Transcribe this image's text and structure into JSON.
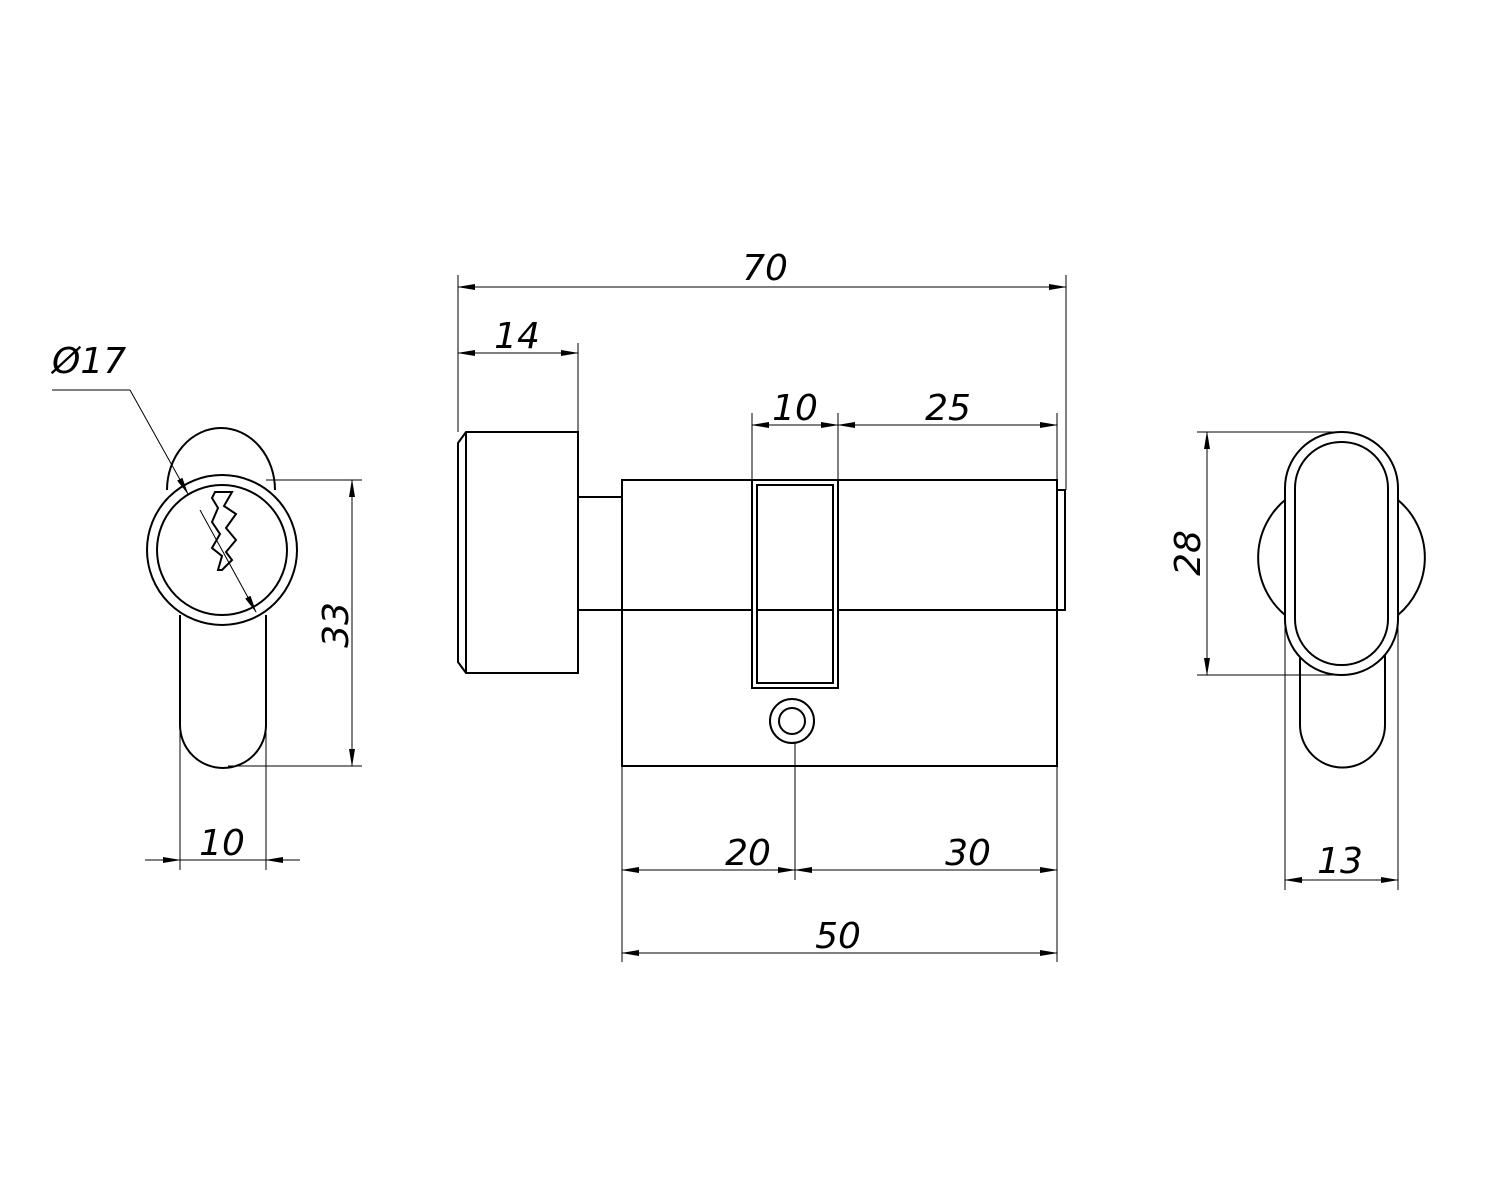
{
  "dimensions": {
    "diameter": "Ø17",
    "height_left": "33",
    "width_left": "10",
    "overall_length": "70",
    "knob_length": "14",
    "cam_width": "10",
    "cam_to_end": "25",
    "body_left": "20",
    "body_right": "30",
    "body_length": "50",
    "knob_height": "28",
    "knob_width": "13"
  },
  "colors": {
    "line": "#000000",
    "background": "#ffffff"
  }
}
